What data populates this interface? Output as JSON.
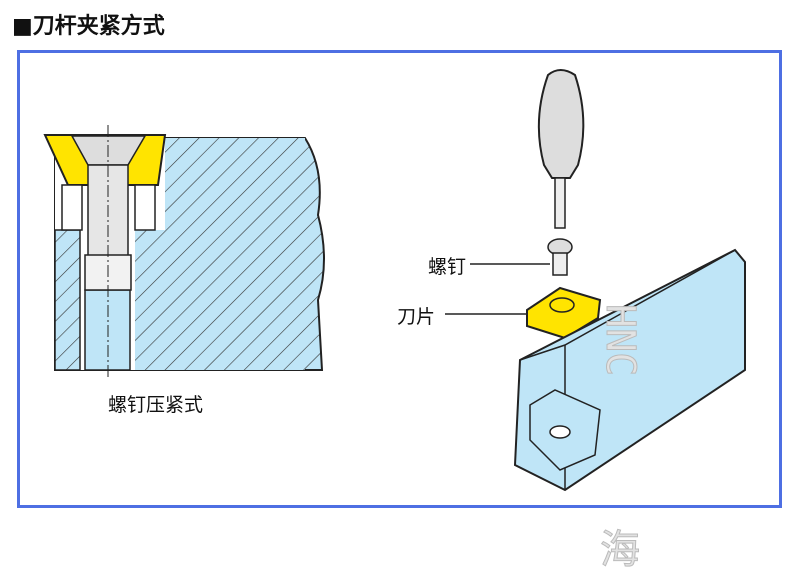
{
  "title": "■刀杆夹紧方式",
  "left_caption": "螺钉压紧式",
  "callouts": {
    "screw": "螺钉",
    "insert": "刀片"
  },
  "watermark": {
    "text": "HNC",
    "char": "海"
  },
  "colors": {
    "border": "#4e6fe3",
    "body": "#bfe5f7",
    "insert": "#ffe400"
  }
}
